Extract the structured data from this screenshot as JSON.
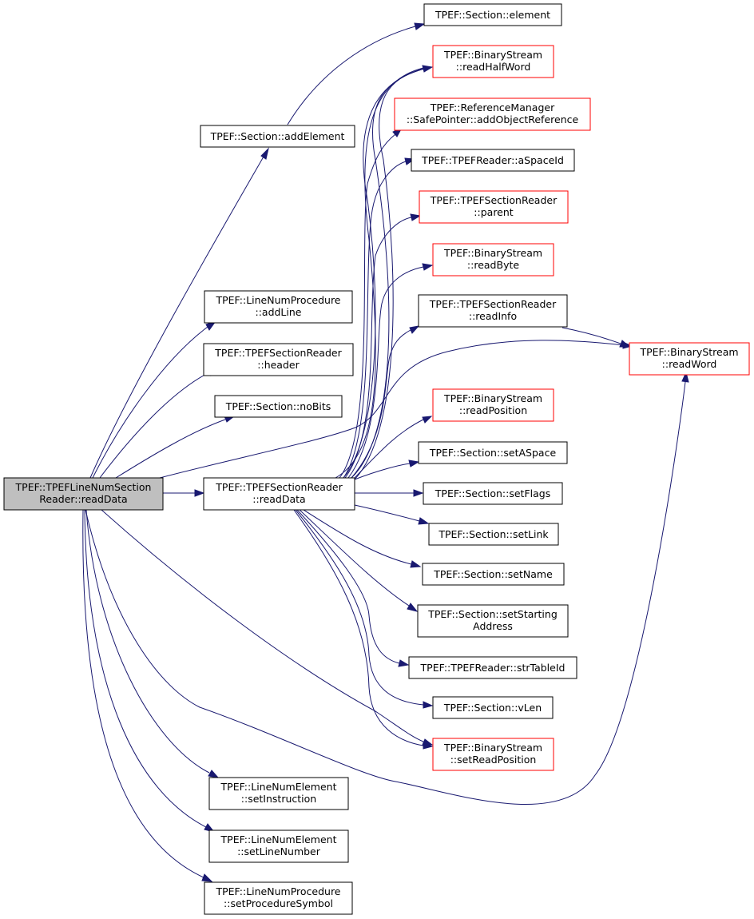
{
  "graph": {
    "colors": {
      "edge": "#191970",
      "normal_border": "#000000",
      "external_border": "#ff0000",
      "root_fill": "#bfbfbf"
    },
    "nodes": [
      {
        "id": "root",
        "lines": [
          "TPEF::TPEFLineNumSection",
          "Reader::readData"
        ],
        "style": "root"
      },
      {
        "id": "addElement",
        "lines": [
          "TPEF::Section::addElement"
        ],
        "style": "normal"
      },
      {
        "id": "addLine",
        "lines": [
          "TPEF::LineNumProcedure",
          "::addLine"
        ],
        "style": "normal"
      },
      {
        "id": "header",
        "lines": [
          "TPEF::TPEFSectionReader",
          "::header"
        ],
        "style": "normal"
      },
      {
        "id": "noBits",
        "lines": [
          "TPEF::Section::noBits"
        ],
        "style": "normal"
      },
      {
        "id": "readDataSR",
        "lines": [
          "TPEF::TPEFSectionReader",
          "::readData"
        ],
        "style": "normal"
      },
      {
        "id": "setInstruction",
        "lines": [
          "TPEF::LineNumElement",
          "::setInstruction"
        ],
        "style": "normal"
      },
      {
        "id": "setLineNumber",
        "lines": [
          "TPEF::LineNumElement",
          "::setLineNumber"
        ],
        "style": "normal"
      },
      {
        "id": "setProcedureSymbol",
        "lines": [
          "TPEF::LineNumProcedure",
          "::setProcedureSymbol"
        ],
        "style": "normal"
      },
      {
        "id": "element",
        "lines": [
          "TPEF::Section::element"
        ],
        "style": "normal"
      },
      {
        "id": "readHalfWord",
        "lines": [
          "TPEF::BinaryStream",
          "::readHalfWord"
        ],
        "style": "external"
      },
      {
        "id": "addObjectReference",
        "lines": [
          "TPEF::ReferenceManager",
          "::SafePointer::addObjectReference"
        ],
        "style": "external"
      },
      {
        "id": "aSpaceId",
        "lines": [
          "TPEF::TPEFReader::aSpaceId"
        ],
        "style": "normal"
      },
      {
        "id": "parent",
        "lines": [
          "TPEF::TPEFSectionReader",
          "::parent"
        ],
        "style": "external"
      },
      {
        "id": "readByte",
        "lines": [
          "TPEF::BinaryStream",
          "::readByte"
        ],
        "style": "external"
      },
      {
        "id": "readInfo",
        "lines": [
          "TPEF::TPEFSectionReader",
          "::readInfo"
        ],
        "style": "normal"
      },
      {
        "id": "readPosition",
        "lines": [
          "TPEF::BinaryStream",
          "::readPosition"
        ],
        "style": "external"
      },
      {
        "id": "setASpace",
        "lines": [
          "TPEF::Section::setASpace"
        ],
        "style": "normal"
      },
      {
        "id": "setFlags",
        "lines": [
          "TPEF::Section::setFlags"
        ],
        "style": "normal"
      },
      {
        "id": "setLink",
        "lines": [
          "TPEF::Section::setLink"
        ],
        "style": "normal"
      },
      {
        "id": "setName",
        "lines": [
          "TPEF::Section::setName"
        ],
        "style": "normal"
      },
      {
        "id": "setStartingAddress",
        "lines": [
          "TPEF::Section::setStarting",
          "Address"
        ],
        "style": "normal"
      },
      {
        "id": "strTableId",
        "lines": [
          "TPEF::TPEFReader::strTableId"
        ],
        "style": "normal"
      },
      {
        "id": "vLen",
        "lines": [
          "TPEF::Section::vLen"
        ],
        "style": "normal"
      },
      {
        "id": "setReadPosition",
        "lines": [
          "TPEF::BinaryStream",
          "::setReadPosition"
        ],
        "style": "external"
      },
      {
        "id": "readWord",
        "lines": [
          "TPEF::BinaryStream",
          "::readWord"
        ],
        "style": "external"
      }
    ],
    "edges": [
      [
        "root",
        "addElement"
      ],
      [
        "root",
        "addLine"
      ],
      [
        "root",
        "header"
      ],
      [
        "root",
        "noBits"
      ],
      [
        "root",
        "readDataSR"
      ],
      [
        "root",
        "readWord"
      ],
      [
        "root",
        "setInstruction"
      ],
      [
        "root",
        "setLineNumber"
      ],
      [
        "root",
        "setProcedureSymbol"
      ],
      [
        "root",
        "setReadPosition"
      ],
      [
        "addElement",
        "element"
      ],
      [
        "readInfo",
        "readWord"
      ],
      [
        "readDataSR",
        "readHalfWord"
      ],
      [
        "readDataSR",
        "addObjectReference"
      ],
      [
        "readDataSR",
        "aSpaceId"
      ],
      [
        "readDataSR",
        "parent"
      ],
      [
        "readDataSR",
        "readByte"
      ],
      [
        "readDataSR",
        "readInfo"
      ],
      [
        "readDataSR",
        "readWord"
      ],
      [
        "readDataSR",
        "readPosition"
      ],
      [
        "readDataSR",
        "setASpace"
      ],
      [
        "readDataSR",
        "setFlags"
      ],
      [
        "readDataSR",
        "setLink"
      ],
      [
        "readDataSR",
        "setName"
      ],
      [
        "readDataSR",
        "setStartingAddress"
      ],
      [
        "readDataSR",
        "strTableId"
      ],
      [
        "readDataSR",
        "vLen"
      ],
      [
        "readDataSR",
        "setReadPosition"
      ]
    ]
  }
}
